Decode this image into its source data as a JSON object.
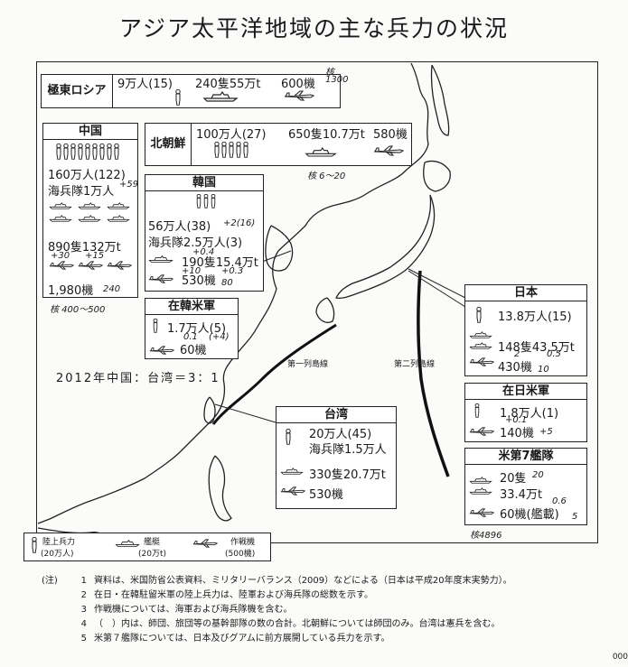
{
  "title": "アジア太平洋地域の主な兵力の状況",
  "russia": {
    "name": "極東ロシア",
    "troops": "9万人(15)",
    "ships": "240隻55万t",
    "planes": "600機",
    "hw_nuke": "核",
    "hw_nuke_n": "1300"
  },
  "nk": {
    "name": "北朝鮮",
    "troops": "100万人(27)",
    "ships": "650隻10.7万t",
    "planes": "580機",
    "hw_nuke": "核 6〜20"
  },
  "china": {
    "name": "中国",
    "troops": "160万人(122)",
    "marines": "海兵隊1万人",
    "ships": "890隻132万t",
    "planes": "1,980機",
    "hw_nuke": "核 400〜500",
    "hw_a": "+59",
    "hw_b": "+30",
    "hw_c": "+15",
    "hw_d": "240"
  },
  "korea": {
    "name": "韓国",
    "troops": "56万人(38)",
    "troops_hw": "+2(16)",
    "marines": "海兵隊2.5万人(3)",
    "ships": "190隻15.4万t",
    "planes": "530機",
    "hw_a": "+0.4",
    "hw_b": "+10",
    "hw_c": "+0.3",
    "hw_d": "80"
  },
  "usfk": {
    "name": "在韓米軍",
    "troops": "1.7万人(5)",
    "planes": "60機",
    "hw_a": "0.1",
    "hw_b": "(+4)"
  },
  "japan": {
    "name": "日本",
    "troops": "13.8万人(15)",
    "ships": "148隻43.5万t",
    "planes": "430機",
    "hw_a": "2",
    "hw_b": "0.5",
    "hw_c": "10"
  },
  "usfj": {
    "name": "在日米軍",
    "troops": "1.8万人(1)",
    "planes": "140機",
    "hw_a": "+0.1",
    "hw_b": "+5"
  },
  "seventh": {
    "name": "米第7艦隊",
    "ships": "20隻",
    "tonnage": "33.4万t",
    "planes": "60機(艦載)",
    "hw_a": "20",
    "hw_b": "0.6",
    "hw_c": "5",
    "hw_nuke": "核4896"
  },
  "taiwan": {
    "name": "台湾",
    "troops": "20万人(45)",
    "marines": "海兵隊1.5万人",
    "ships": "330隻20.7万t",
    "planes": "530機"
  },
  "ratio": "2012年中国：台湾＝3：1",
  "chains": {
    "first": "第一列島線",
    "second": "第二列島線"
  },
  "legend": {
    "troops": "陸上兵力",
    "troops_unit": "(20万人)",
    "ships": "艦艇",
    "ships_unit": "(20万t)",
    "planes": "作戦機",
    "planes_unit": "(500機)"
  },
  "notes_head": "(注)",
  "notes": [
    {
      "n": "1",
      "text": "資料は、米国防省公表資料、ミリタリーバランス（2009）などによる（日本は平成20年度末実勢力）。"
    },
    {
      "n": "2",
      "text": "在日・在韓駐留米軍の陸上兵力は、陸軍および海兵隊の総数を示す。"
    },
    {
      "n": "3",
      "text": "作戦機については、海軍および海兵隊機を含む。"
    },
    {
      "n": "4",
      "text": "（　）内は、師団、旅団等の基幹部隊の数の合計。北朝鮮については師団のみ。台湾は憲兵を含む。"
    },
    {
      "n": "5",
      "text": "米第７艦隊については、日本及びグアムに前方展開している兵力を示す。"
    }
  ],
  "edge": "000"
}
